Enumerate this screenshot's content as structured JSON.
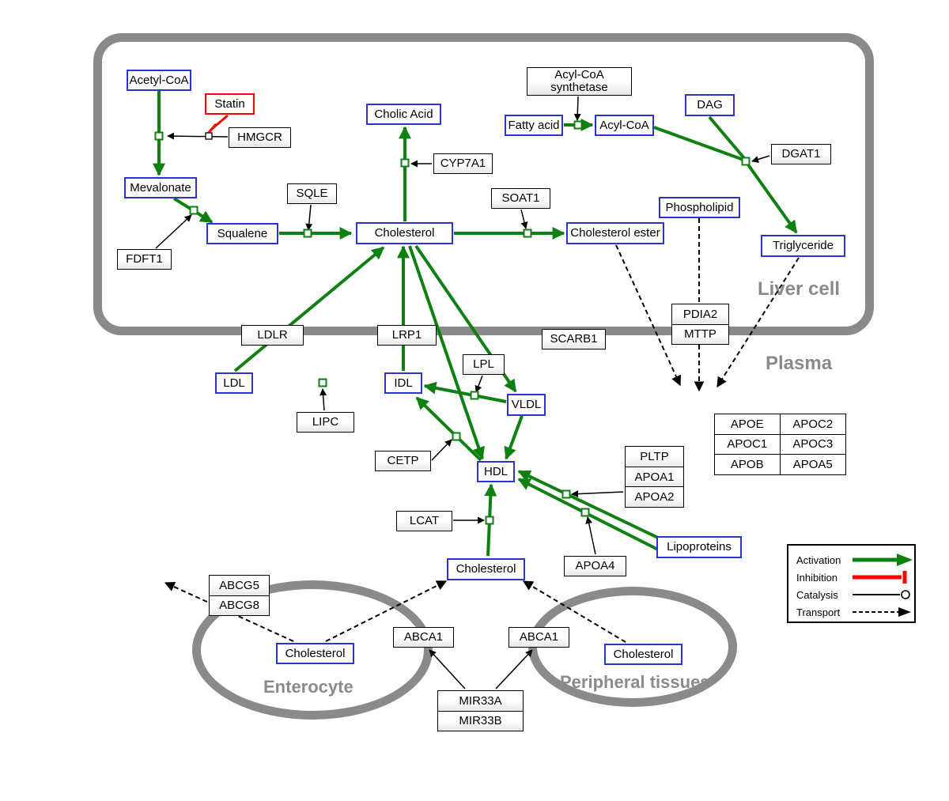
{
  "compartments": {
    "liver": "Liver cell",
    "plasma": "Plasma",
    "enterocyte": "Enterocyte",
    "peripheral": "Peripheral tissues"
  },
  "nodes": {
    "acetyl_coa": "Acetyl-CoA",
    "statin": "Statin",
    "hmgcr": "HMGCR",
    "mevalonate": "Mevalonate",
    "fdft1": "FDFT1",
    "squalene": "Squalene",
    "sqle": "SQLE",
    "cholic_acid": "Cholic Acid",
    "cyp7a1": "CYP7A1",
    "cholesterol_liver": "Cholesterol",
    "soat1": "SOAT1",
    "cholesterol_ester": "Cholesterol ester",
    "acyl_coa_synthetase": "Acyl-CoA synthetase",
    "fatty_acid": "Fatty acid",
    "acyl_coa": "Acyl-CoA",
    "dag": "DAG",
    "dgat1": "DGAT1",
    "phospholipid": "Phospholipid",
    "triglyceride": "Triglyceride",
    "pdia2": "PDIA2",
    "mttp": "MTTP",
    "ldlr": "LDLR",
    "lrp1": "LRP1",
    "scarb1": "SCARB1",
    "ldl": "LDL",
    "idl": "IDL",
    "lipc": "LIPC",
    "lpl": "LPL",
    "vldl": "VLDL",
    "cetp": "CETP",
    "hdl": "HDL",
    "lcat": "LCAT",
    "pltp": "PLTP",
    "apoa1": "APOA1",
    "apoa2": "APOA2",
    "apoa4": "APOA4",
    "lipoproteins": "Lipoproteins",
    "cholesterol_plasma": "Cholesterol",
    "apoe": "APOE",
    "apoc2": "APOC2",
    "apoc1": "APOC1",
    "apoc3": "APOC3",
    "apob": "APOB",
    "apoa5": "APOA5",
    "abcg5": "ABCG5",
    "abcg8": "ABCG8",
    "cholesterol_enterocyte": "Cholesterol",
    "abca1_left": "ABCA1",
    "abca1_right": "ABCA1",
    "cholesterol_peripheral": "Cholesterol",
    "mir33a": "MIR33A",
    "mir33b": "MIR33B"
  },
  "legend": {
    "activation": "Activation",
    "inhibition": "Inhibition",
    "catalysis": "Catalysis",
    "transport": "Transport"
  },
  "colors": {
    "activation": "#0e8012",
    "inhibition": "#ff0000",
    "metabolite_border": "#2a35d0",
    "compartment_border": "#8a8a8a"
  }
}
